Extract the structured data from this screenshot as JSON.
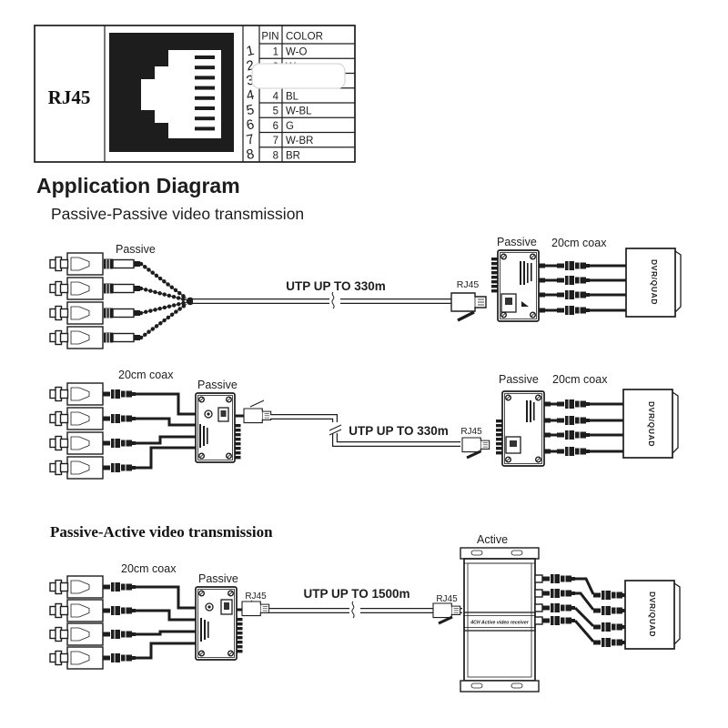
{
  "colors": {
    "ink": "#1d1d1d",
    "paper": "#ffffff"
  },
  "pinout": {
    "jack_label": "RJ45",
    "header": {
      "pin": "PIN",
      "color": "COLOR"
    },
    "rows": [
      {
        "pin": "1",
        "color": "W-O"
      },
      {
        "pin": "2",
        "color": "W"
      },
      {
        "pin": "3",
        "color": ""
      },
      {
        "pin": "4",
        "color": "BL"
      },
      {
        "pin": "5",
        "color": "W-BL"
      },
      {
        "pin": "6",
        "color": "G"
      },
      {
        "pin": "7",
        "color": "W-BR"
      },
      {
        "pin": "8",
        "color": "BR"
      }
    ],
    "side_numbers": [
      "1",
      "2",
      "3",
      "4",
      "5",
      "6",
      "7",
      "8"
    ]
  },
  "headings": {
    "title": "Application Diagram",
    "passive_passive": "Passive-Passive video transmission",
    "passive_active": "Passive-Active video transmission"
  },
  "diagram1": {
    "tx_label": "Passive",
    "utp_label": "UTP UP TO 330m",
    "rj45_label": "RJ45",
    "rx_label": "Passive",
    "coax_label": "20cm coax",
    "dvr_label": "DVR/QUAD"
  },
  "diagram2": {
    "coax_label_left": "20cm coax",
    "tx_label": "Passive",
    "utp_label": "UTP UP TO 330m",
    "rj45_label": "RJ45",
    "rx_label": "Passive",
    "coax_label_right": "20cm coax",
    "dvr_label": "DVR/QUAD"
  },
  "diagram3": {
    "coax_label": "20cm coax",
    "tx_label": "Passive",
    "rj45_label_left": "RJ45",
    "utp_label": "UTP UP TO 1500m",
    "rj45_label_right": "RJ45",
    "rx_label": "Active",
    "receiver_text": "4CH Active video receiver",
    "dvr_label": "DVR/QUAD"
  }
}
